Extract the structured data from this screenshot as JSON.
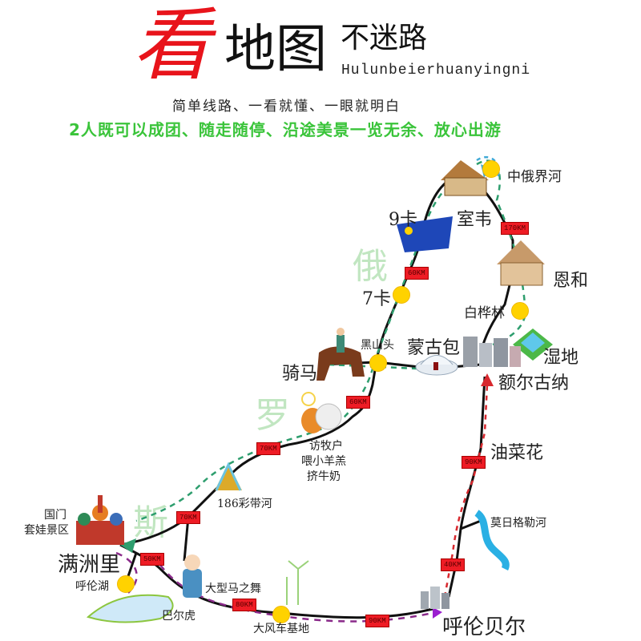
{
  "header": {
    "title_red": "看",
    "title_main": "地图",
    "title_side": "不迷路",
    "pinyin": "Hulunbeierhuanyingni",
    "subtitle": "简单线路、一看就懂、一眼就明白",
    "tagline": "2人既可以成团、随走随停、沿途美景一览无余、放心出游"
  },
  "colors": {
    "title_red": "#e8141b",
    "tagline_green": "#3ac43a",
    "km_badge": "#ee1c25",
    "road": "#111111",
    "route_green": "#2e9e6e",
    "route_purple": "#8a2a8a",
    "route_red": "#d8282e",
    "route_blue": "#3fa9d6",
    "stop_dot": "#ffd200"
  },
  "country_ghost": [
    "俄",
    "罗",
    "斯"
  ],
  "places": {
    "zhonge_jiehe": "中俄界河",
    "shiwei": "室韦",
    "ka9": "9卡",
    "enhe": "恩和",
    "ka7": "7卡",
    "baihualin": "白桦林",
    "heishantou": "黑山头",
    "menggubao": "蒙古包",
    "shidi": "湿地",
    "qima": "骑马",
    "eerguna": "额尔古纳",
    "fangmuhu": "访牧户",
    "wei_yanggao": "喂小羊羔",
    "ji_niunai": "挤牛奶",
    "youcaihua": "油菜花",
    "caidaihe": "186彩带河",
    "morigelehe": "莫日格勒河",
    "guomen": "国门",
    "taowa": "套娃景区",
    "manzhouli": "满洲里",
    "hulunhu": "呼伦湖",
    "damawu": "大型马之舞",
    "baerhu": "巴尔虎",
    "dafengche": "大风车基地",
    "hulunbeier": "呼伦贝尔"
  },
  "distances": {
    "shiwei_enhe": "170KM",
    "ka9_ka7": "60KM",
    "heishantou_south": "60KM",
    "fangmuhu_caidai": "70KM",
    "caidai_manzhouli": "70KM",
    "manzhouli_baerhu": "50KM",
    "baerhu_fengche": "80KM",
    "fengche_hulunbeier": "90KM",
    "hulunbeier_moriGele": "40KM",
    "youcaihua_eerguna": "90KM"
  }
}
